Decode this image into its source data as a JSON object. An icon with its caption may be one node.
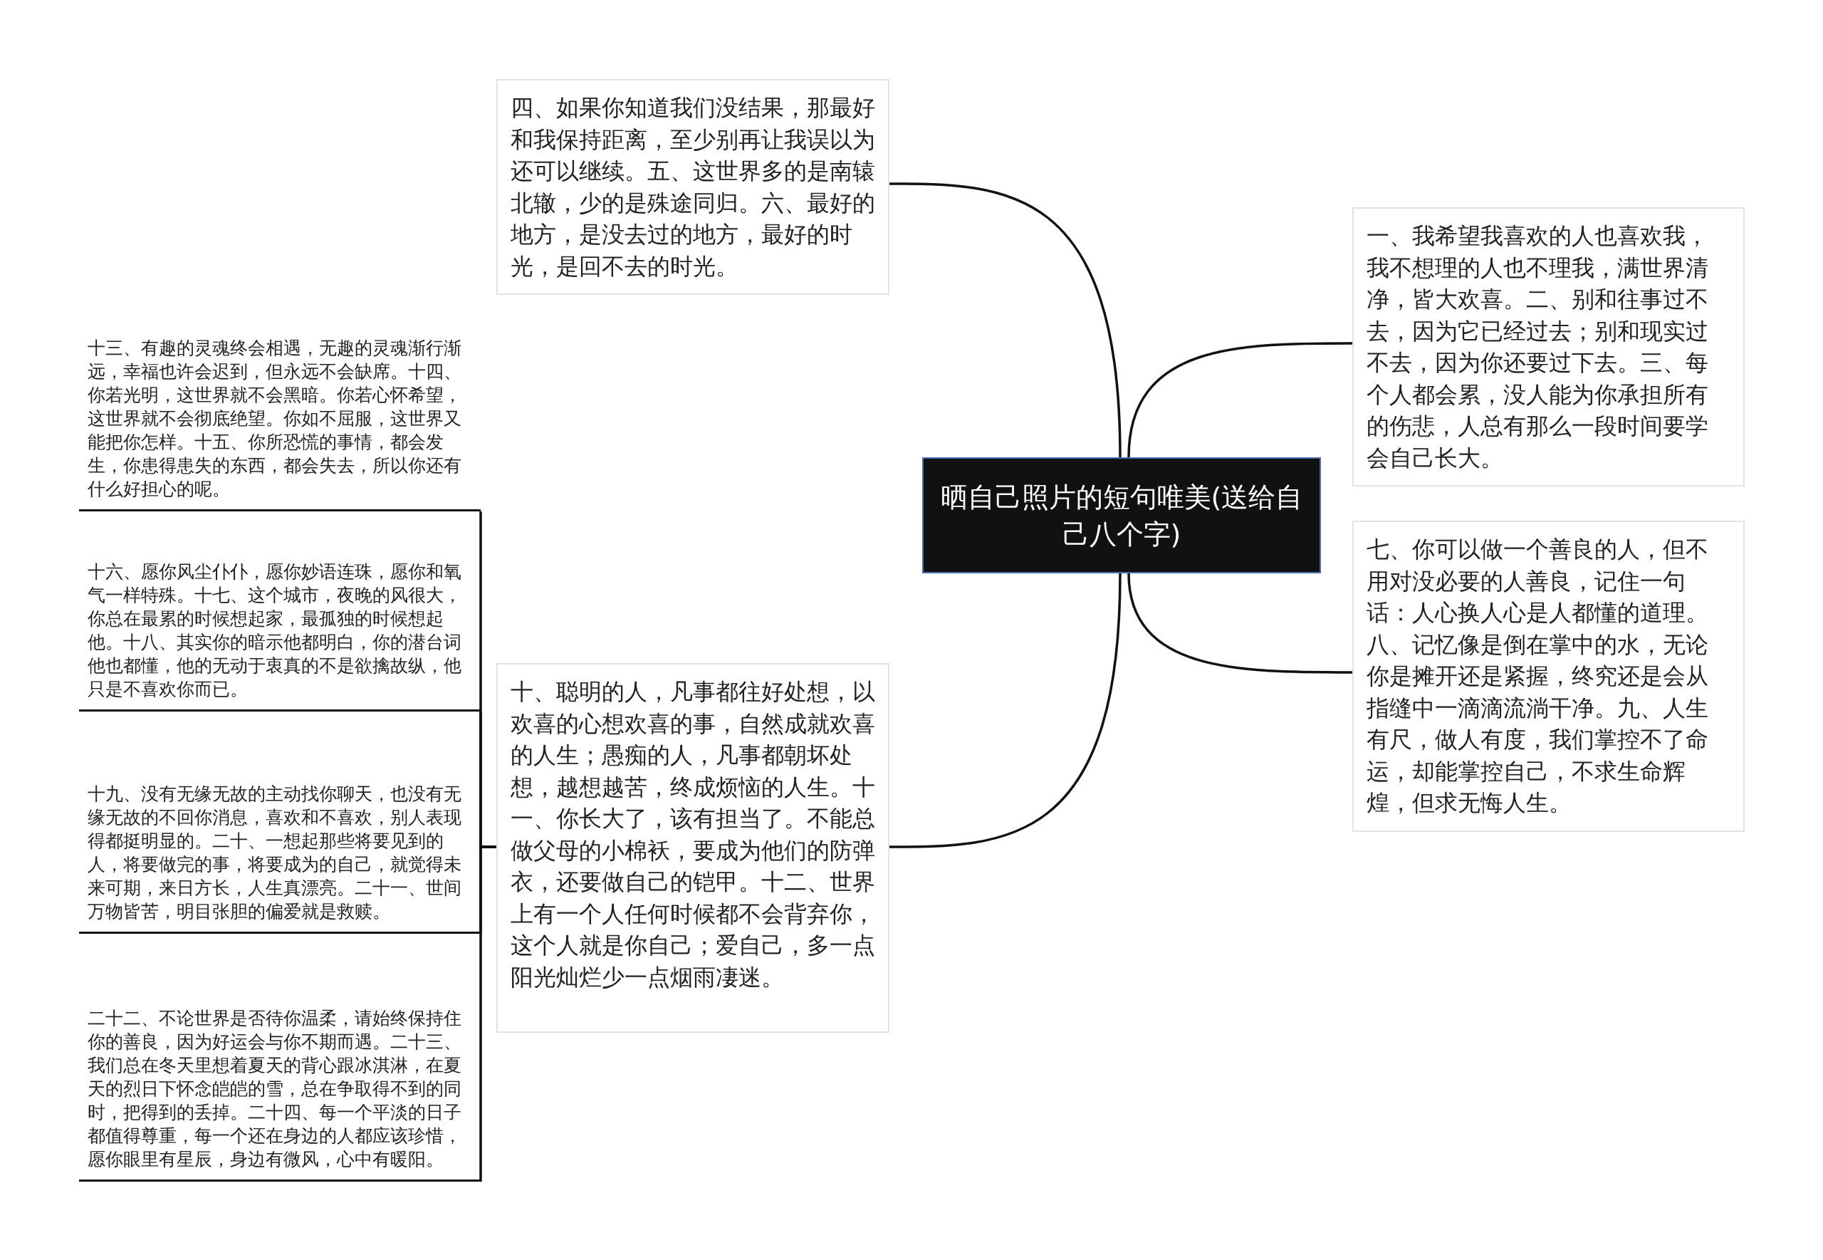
{
  "diagram": {
    "nodes": [
      {
        "text": [
          "晒自己照片的短句唯美(送给自己八个字)"
        ]
      },
      {
        "text": [
          "四、如果你知道我们没结果，那最好和我保持距离，至少别再让我误以为还可以继续。五、这世界多的是南辕北辙，少的是殊途同归。六、最好的地方，是没去过的地方，最好的时光，是回不去的时光。"
        ]
      },
      {
        "text": [
          "一、我希望我喜欢的人也喜欢我，我不想理的人也不理我，满世界清净，皆大欢喜。二、别和往事过不去，因为它已经过去；别和现实过不去，因为你还要过下去。三、每个人都会累，没人能为你承担所有的伤悲，人总有那么一段时间要学会自己长大。"
        ]
      },
      {
        "text": [
          "七、你可以做一个善良的人，但不用对没必要的人善良，记住一句话：人心换人心是人都懂的道理。八、记忆像是倒在掌中的水，无论你是摊开还是紧握，终究还是会从指缝中一滴滴流淌干净。九、人生有尺，做人有度，我们掌控不了命运，却能掌控自己，不求生命辉煌，但求无悔人生。"
        ]
      },
      {
        "text": [
          "十、聪明的人，凡事都往好处想，以欢喜的心想欢喜的事，自然成就欢喜的人生；愚痴的人，凡事都朝坏处想，越想越苦，终成烦恼的人生。十一、你长大了，该有担当了。不能总做父母的小棉袄，要成为他们的防弹衣，还要做自己的铠甲。十二、世界上有一个人任何时候都不会背弃你，这个人就是你自己；爱自己，多一点阳光灿烂少一点烟雨凄迷。"
        ]
      },
      {
        "text": [
          "十三、有趣的灵魂终会相遇，无趣的灵魂渐行渐远，幸福也许会迟到，但永远不会缺席。十四、你若光明，这世界就不会黑暗。你若心怀希望，这世界就不会彻底绝望。你如不屈服，这世界又能把你怎样。十五、你所恐慌的事情，都会发生，你患得患失的东西，都会失去，所以你还有什么好担心的呢。"
        ]
      },
      {
        "text": [
          "十六、愿你风尘仆仆，愿你妙语连珠，愿你和氧气一样特殊。十七、这个城市，夜晚的风很大，你总在最累的时候想起家，最孤独的时候想起他。十八、其实你的暗示他都明白，你的潜台词他也都懂，他的无动于衷真的不是欲擒故纵，他只是不喜欢你而已。"
        ]
      },
      {
        "text": [
          "十九、没有无缘无故的主动找你聊天，也没有无缘无故的不回你消息，喜欢和不喜欢，别人表现得都挺明显的。二十、一想起那些将要见到的人，将要做完的事，将要成为的自己，就觉得未来可期，来日方长，人生真漂亮。二十一、世间万物皆苦，明目张胆的偏爱就是救赎。"
        ]
      },
      {
        "text": [
          "二十二、不论世界是否待你温柔，请始终保持住你的善良，因为好运会与你不期而遇。二十三、我们总在冬天里想着夏天的背心跟冰淇淋，在夏天的烈日下怀念皑皑的雪，总在争取得不到的同时，把得到的丢掉。二十四、每一个平淡的日子都值得尊重，每一个还在身边的人都应该珍惜，愿你眼里有星辰，身边有微风，心中有暖阳。"
        ]
      }
    ],
    "edges": [
      {
        "from": 0,
        "to": 1,
        "arrow": "none"
      },
      {
        "from": 0,
        "to": 2,
        "arrow": "none"
      },
      {
        "from": 0,
        "to": 3,
        "arrow": "none"
      },
      {
        "from": 0,
        "to": 4,
        "arrow": "none"
      },
      {
        "from": 4,
        "to": 5,
        "arrow": "none"
      },
      {
        "from": 4,
        "to": 6,
        "arrow": "none"
      },
      {
        "from": 4,
        "to": 7,
        "arrow": "none"
      },
      {
        "from": 4,
        "to": 8,
        "arrow": "none"
      }
    ]
  }
}
